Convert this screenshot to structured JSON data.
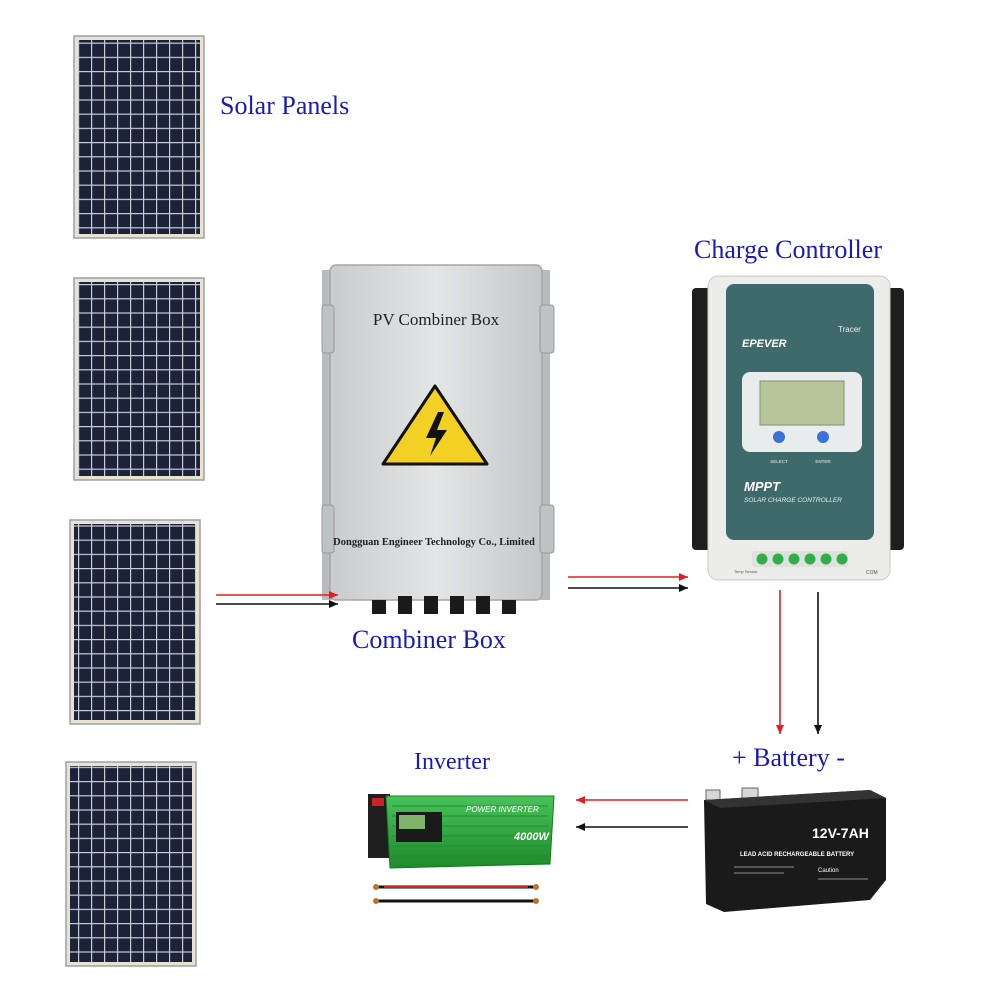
{
  "labels": {
    "solar_panels": "Solar Panels",
    "charge_controller": "Charge Controller",
    "combiner_box": "Combiner Box",
    "inverter": "Inverter",
    "battery": "+ Battery -"
  },
  "combiner": {
    "title": "PV Combiner Box",
    "maker": "Dongguan Engineer Technology Co., Limited"
  },
  "controller": {
    "brand": "EPEVER",
    "model": "Tracer",
    "select": "SELECT",
    "enter": "ENTER",
    "mppt": "MPPT",
    "subtitle": "SOLAR CHARGE CONTROLLER",
    "com": "COM",
    "temp_sensor": "Temp Sensor"
  },
  "battery": {
    "rating": "12V-7AH",
    "type": "LEAD ACID RECHARGEABLE BATTERY",
    "caution": "Caution"
  },
  "inverter": {
    "brand": "POWER INVERTER",
    "power": "4000W"
  },
  "colors": {
    "label": "#1a1ab8",
    "positive_wire": "#e02020",
    "negative_wire": "#111111",
    "panel_cell": "#1c2238",
    "inverter_body": "#2aa83a",
    "controller_face": "#3f6a6c"
  }
}
